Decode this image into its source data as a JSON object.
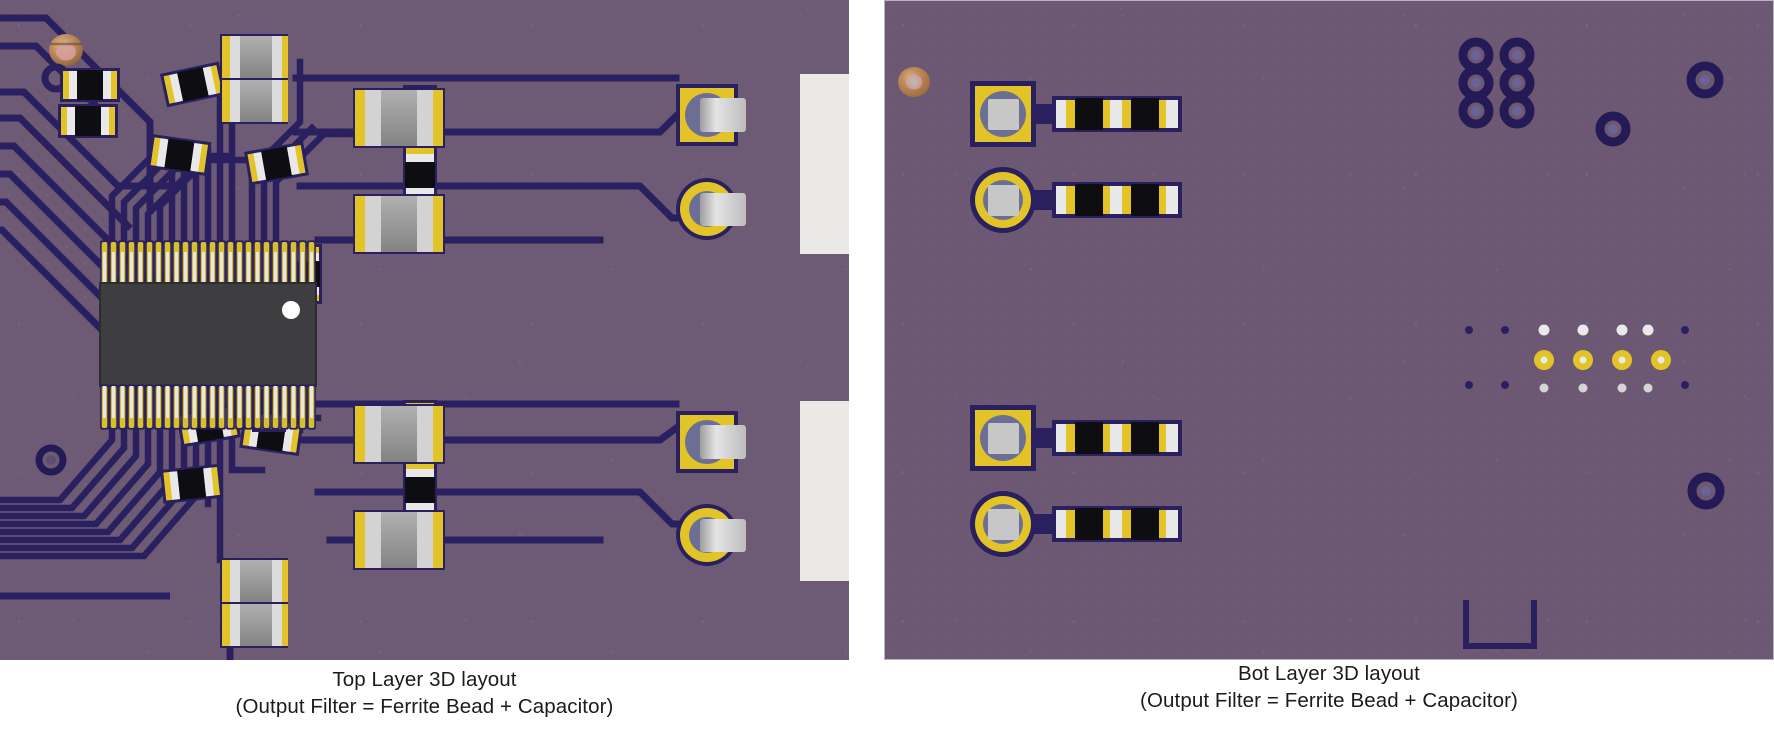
{
  "figure": {
    "background": "#ffffff",
    "panels": [
      {
        "id": "top-layer",
        "caption_line1": "Top Layer 3D layout",
        "caption_line2": "(Output Filter = Ferrite Bead + Capacitor)"
      },
      {
        "id": "bot-layer",
        "caption_line1": "Bot Layer 3D layout",
        "caption_line2": "(Output Filter = Ferrite Bead + Capacitor)"
      }
    ]
  },
  "colors": {
    "solder_mask": "#6d5a75",
    "solder_mask_bot": "#6c5873",
    "trace": "#2a2060",
    "trace_dark": "#241a55",
    "pad_gold": "#e2c428",
    "pad_gold_dark": "#c9a91b",
    "pad_silver": "#c9c9c9",
    "pad_silver_light": "#e8e8e8",
    "chip_body_black": "#0d0d12",
    "chip_body_gray": "#9a9a9a",
    "ic_body": "#3e3e40",
    "ic_pin_gold": "#d8c02a",
    "ic_pin_silver": "#e6e6e6",
    "connector_white": "#eceae6",
    "via_copper": "#b08a5a",
    "via_silver": "#d8d8d8",
    "speckle": "#7a7ad8",
    "panel_border": "#b9b9b9",
    "text": "#1b1b1b"
  },
  "top_layer": {
    "ic": {
      "name": "qfp-ic",
      "pin_count_per_side": 24,
      "body_label": "",
      "pin1_marker": "white-dot"
    },
    "connector_pads": [
      {
        "index": 1,
        "shape": "square",
        "plating": "gold",
        "hole": "plated"
      },
      {
        "index": 2,
        "shape": "round",
        "plating": "gold",
        "hole": "plated"
      },
      {
        "index": 3,
        "shape": "square",
        "plating": "gold",
        "hole": "plated"
      },
      {
        "index": 4,
        "shape": "round",
        "plating": "gold",
        "hole": "plated"
      }
    ],
    "components": [
      {
        "type": "ferrite-bead",
        "body": "gray"
      },
      {
        "type": "capacitor",
        "body": "black"
      },
      {
        "type": "resistor",
        "body": "black"
      }
    ]
  },
  "bot_layer": {
    "filter_groups": [
      {
        "index": 1,
        "pad_shape": "square",
        "parts": [
          "ferrite-bead",
          "capacitor"
        ]
      },
      {
        "index": 2,
        "pad_shape": "round",
        "parts": [
          "ferrite-bead",
          "capacitor"
        ]
      },
      {
        "index": 3,
        "pad_shape": "square",
        "parts": [
          "ferrite-bead",
          "capacitor"
        ]
      },
      {
        "index": 4,
        "pad_shape": "round",
        "parts": [
          "ferrite-bead",
          "capacitor"
        ]
      }
    ],
    "via_grid": {
      "rows": 3,
      "cols": 2,
      "style": "masked"
    },
    "test_points": {
      "silver_row": 4,
      "gold_row": 4
    }
  }
}
